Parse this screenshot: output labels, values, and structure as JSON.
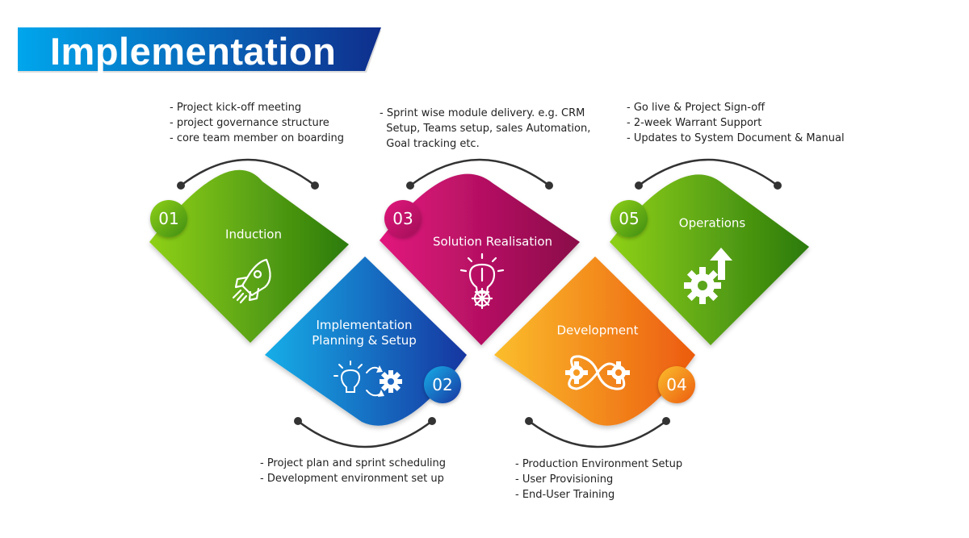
{
  "title": "Implementation",
  "colors": {
    "banner_start": "#00a6ec",
    "banner_end": "#0f2e8c"
  },
  "stages": [
    {
      "number": "01",
      "title": "Induction",
      "icon": "rocket-icon",
      "color_light": "#8fd118",
      "color_dark": "#2b7a0e",
      "notes": [
        "- Project kick-off meeting",
        "- project governance structure",
        "- core team member on boarding"
      ]
    },
    {
      "number": "02",
      "title": "Implementation\nPlanning & Setup",
      "icon": "idea-gears-icon",
      "color_light": "#17aee8",
      "color_dark": "#1835a0",
      "notes": [
        "- Project plan and sprint scheduling",
        "- Development environment set up"
      ]
    },
    {
      "number": "03",
      "title": "Solution Realisation",
      "icon": "lightbulb-gear-icon",
      "color_light": "#e2167d",
      "color_dark": "#8a0c49",
      "notes": [
        "- Sprint wise module delivery. e.g. CRM",
        "  Setup, Teams setup, sales Automation,",
        "  Goal tracking etc."
      ]
    },
    {
      "number": "04",
      "title": "Development",
      "icon": "infinity-gears-icon",
      "color_light": "#fbbe2c",
      "color_dark": "#ec5b0f",
      "notes": [
        "- Production Environment Setup",
        "- User Provisioning",
        "- End-User Training"
      ]
    },
    {
      "number": "05",
      "title": "Operations",
      "icon": "gear-arrow-icon",
      "color_light": "#8fd118",
      "color_dark": "#2b7a0e",
      "notes": [
        "- Go live & Project Sign-off",
        "- 2-week Warrant Support",
        "- Updates to System Document & Manual"
      ]
    }
  ]
}
